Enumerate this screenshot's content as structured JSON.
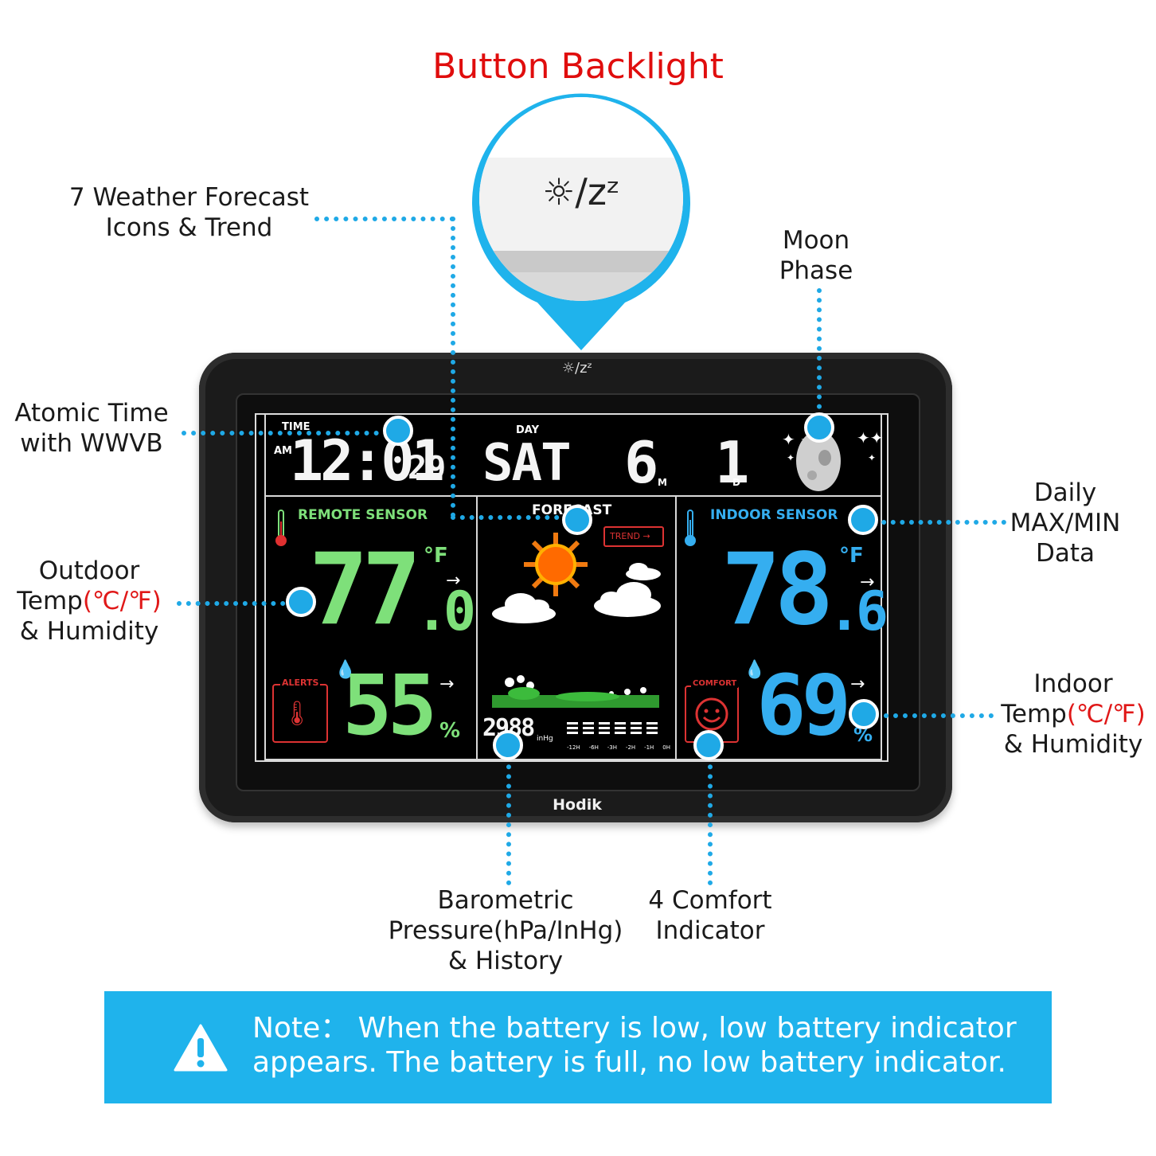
{
  "title": "Button Backlight",
  "button_icon_text": "☼/zᶻ",
  "labels": {
    "forecast_line1": "7 Weather Forecast",
    "forecast_line2": "Icons & Trend",
    "moon_line1": "Moon",
    "moon_line2": "Phase",
    "atomic_line1": "Atomic Time",
    "atomic_line2": "with WWVB",
    "daily_line1": "Daily",
    "daily_line2": "MAX/MIN",
    "daily_line3": "Data",
    "outdoor_line1": "Outdoor",
    "outdoor_line2a": "Temp",
    "outdoor_line2b": "(℃/℉)",
    "outdoor_line3": "& Humidity",
    "indoor_line1": "Indoor",
    "indoor_line2a": "Temp",
    "indoor_line2b": "(℃/℉)",
    "indoor_line3": "& Humidity",
    "baro_line1": "Barometric",
    "baro_line2": "Pressure(hPa/InHg)",
    "baro_line3": "& History",
    "comfort_line1": "4 Comfort",
    "comfort_line2": "Indicator"
  },
  "device": {
    "brand": "Hodik",
    "top_button": "☼/zᶻ",
    "time_label": "TIME",
    "am": "AM",
    "time": "12:01",
    "seconds": "29",
    "day_label": "DAY",
    "day": "SAT",
    "month": "6",
    "month_unit": "M",
    "date": "1",
    "date_unit": "D",
    "remote_label": "REMOTE SENSOR",
    "forecast_label": "FORECAST",
    "trend_label": "TREND",
    "indoor_label": "INDOOR SENSOR",
    "out_temp": "77",
    "out_temp_dec": ".0",
    "in_temp": "78",
    "in_temp_dec": ".6",
    "deg_f": "°F",
    "out_hum": "55",
    "in_hum": "69",
    "pct": "%",
    "alerts_label": "ALERTS",
    "comfort_label": "COMFORT",
    "pressure": "2988",
    "pressure_unit": "inHg",
    "history_hours": [
      "-12H",
      "-6H",
      "-3H",
      "-2H",
      "-1H",
      "0H"
    ]
  },
  "note": {
    "line1": "Note：  When the battery is low, low battery indicator",
    "line2": "appears. The battery is full, no low battery indicator."
  },
  "colors": {
    "accent": "#1fa9e6",
    "title_red": "#e00d0d",
    "lcd_green": "#7ee07a",
    "lcd_blue": "#35aef0"
  }
}
